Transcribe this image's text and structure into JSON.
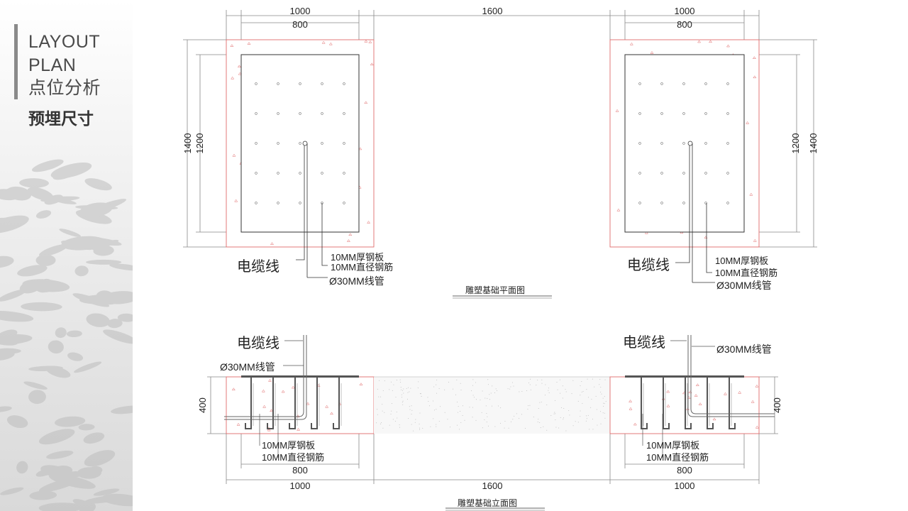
{
  "sidebar": {
    "line1": "LAYOUT",
    "line2": "PLAN",
    "line3": "点位分析",
    "line4": "预埋尺寸"
  },
  "plan": {
    "dim_outer_w": "1000",
    "dim_inner_w": "800",
    "dim_gap": "1600",
    "dim_outer_h": "1400",
    "dim_inner_h": "1200",
    "label_cable": "电缆线",
    "label_plate": "10MM厚钢板",
    "label_rebar": "10MM直径钢筋",
    "label_pipe": "Ø30MM线管",
    "caption": "雕塑基础平面图"
  },
  "elevation": {
    "label_cable": "电缆线",
    "label_pipe": "Ø30MM线管",
    "label_plate": "10MM厚钢板",
    "label_rebar": "10MM直径钢筋",
    "dim_height": "400",
    "dim_inner_w": "800",
    "dim_outer_w": "1000",
    "dim_gap": "1600",
    "caption": "雕塑基础立面图"
  },
  "colors": {
    "concrete_edge": "#e06a6a",
    "line": "#444444",
    "dim": "#777777"
  }
}
